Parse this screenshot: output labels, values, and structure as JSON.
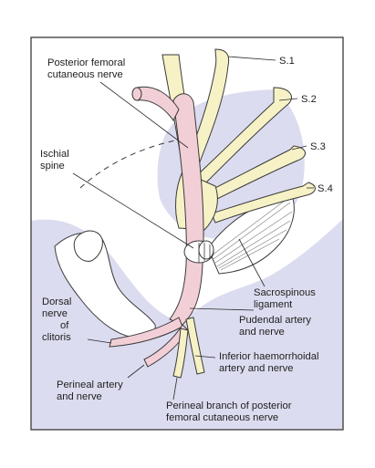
{
  "diagram": {
    "colors": {
      "frame": "#3a3a3a",
      "pelvis_fill": "#dcdcf0",
      "bone_fill": "#ffffff",
      "nerve_fill": "#f6f2c6",
      "vessel_fill": "#f2cfd6",
      "ligament_fill": "#ffffff",
      "outline": "#3a3a3a"
    },
    "labels": {
      "posterior_femoral": [
        "Posterior femoral",
        "cutaneous nerve"
      ],
      "ischial_spine": [
        "Ischial",
        "spine"
      ],
      "s1": "S.1",
      "s2": "S.2",
      "s3": "S.3",
      "s4": "S.4",
      "sacrospinous": [
        "Sacrospinous",
        "ligament"
      ],
      "dorsal_nerve": [
        "Dorsal",
        "nerve",
        "of",
        "clitoris"
      ],
      "pudendal": [
        "Pudendal artery",
        "and nerve"
      ],
      "inferior_haemorrhoidal": [
        "Inferior haemorrhoidal",
        "artery and nerve"
      ],
      "perineal": [
        "Perineal artery",
        "and nerve"
      ],
      "perineal_branch": [
        "Perineal branch of posterior",
        "femoral cutaneous nerve"
      ]
    }
  }
}
